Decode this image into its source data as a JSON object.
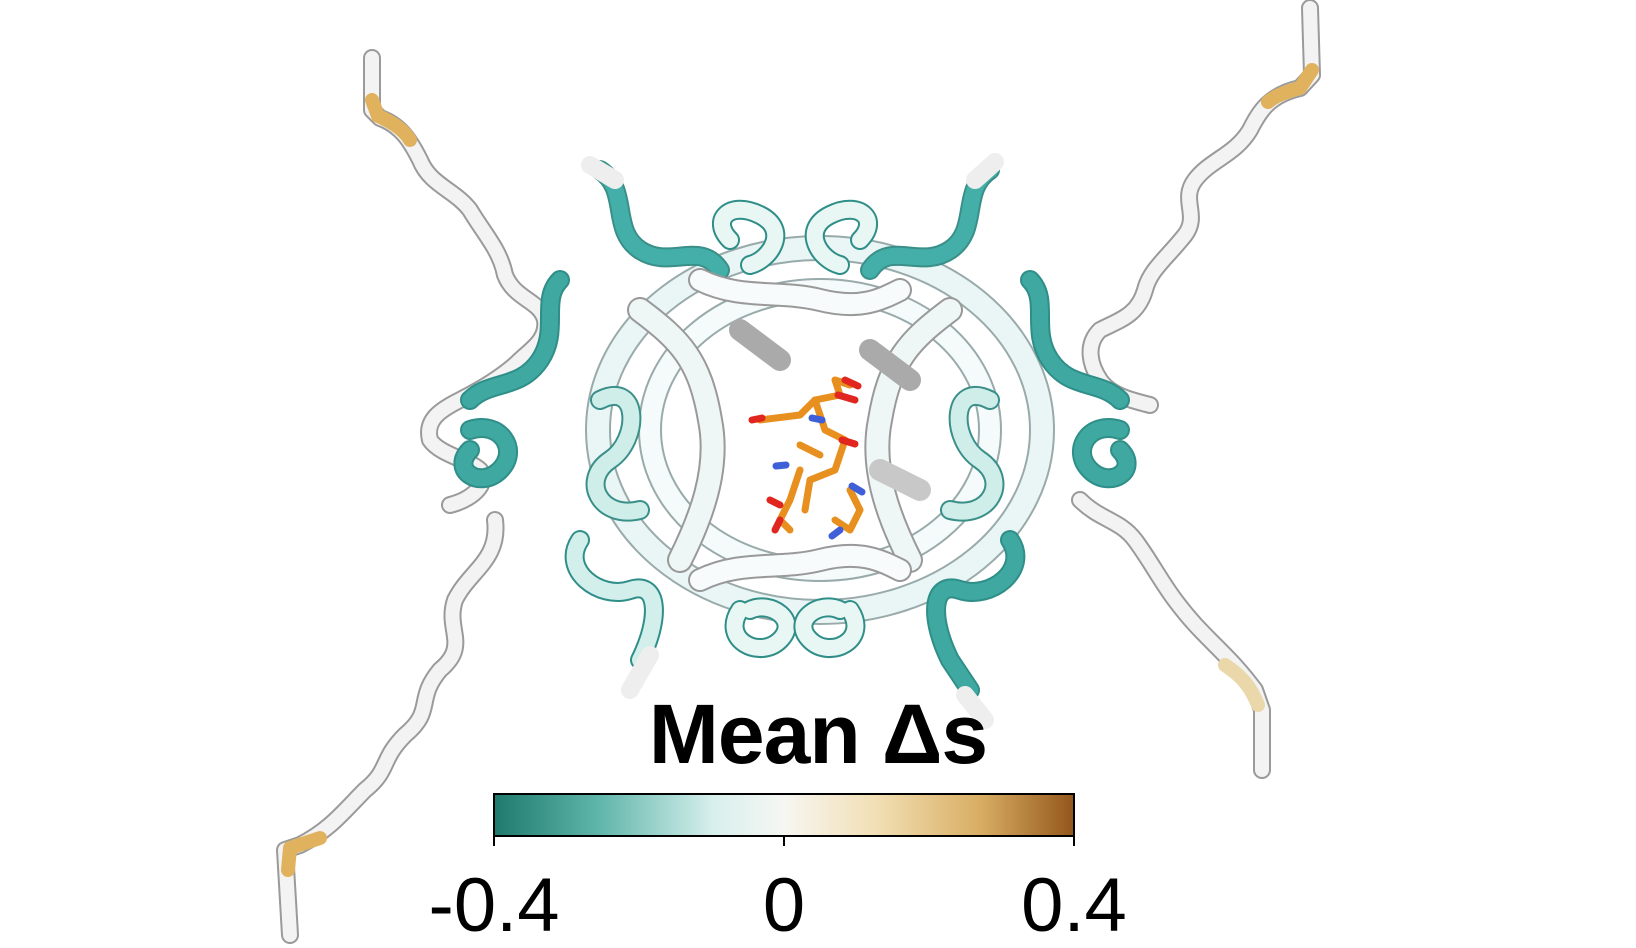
{
  "legend": {
    "title": "Mean Δs",
    "min": -0.4,
    "max": 0.4,
    "ticks": [
      {
        "value": -0.4,
        "label": "-0.4"
      },
      {
        "value": 0,
        "label": "0"
      },
      {
        "value": 0.4,
        "label": "0.4"
      }
    ],
    "gradient_stops": [
      "#1f7a6e",
      "#5fb5aa",
      "#d8f0ed",
      "#f6f6f2",
      "#f2dfb4",
      "#d8ad62",
      "#93561c"
    ]
  },
  "colors": {
    "strand_white": "#f2f2f2",
    "strand_teal": "#38a9a2",
    "strand_light_teal": "#c9ece8",
    "strand_gold": "#dcb060",
    "ligand_carbon": "#e8901f",
    "ligand_oxygen": "#e0261e",
    "ligand_nitrogen": "#3f5fd8"
  }
}
